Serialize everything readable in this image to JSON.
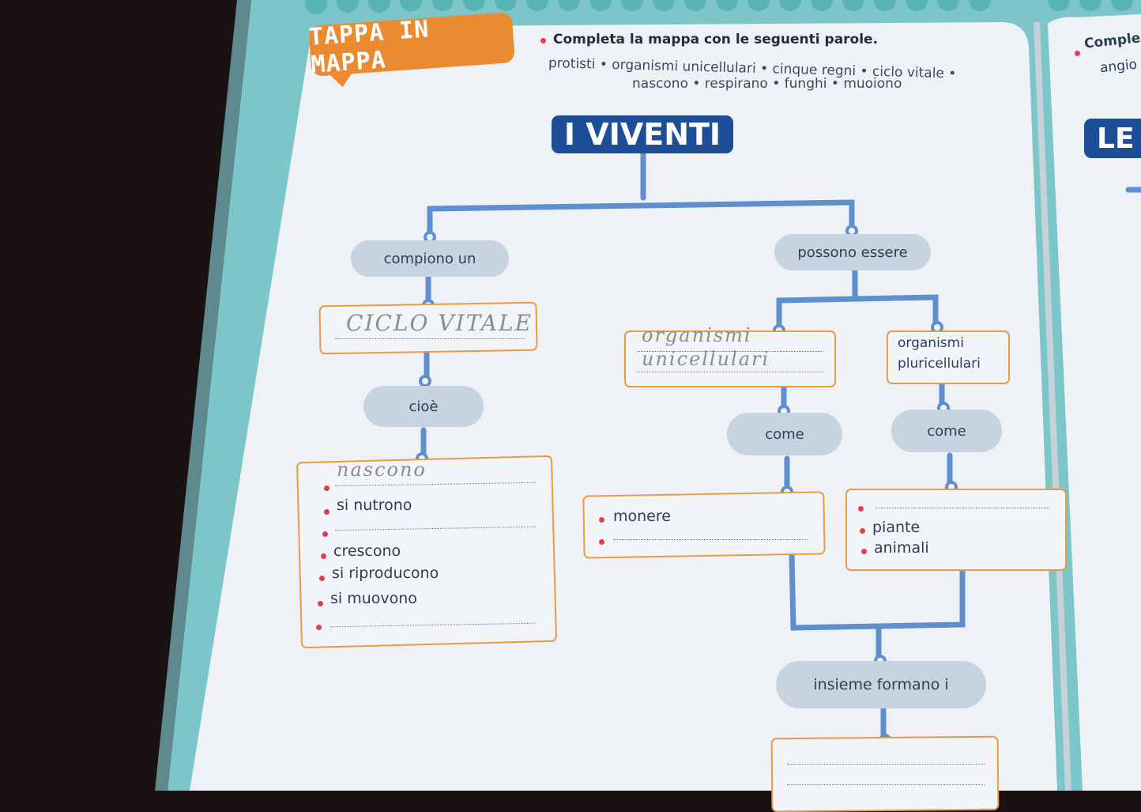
{
  "header": {
    "badge": "TAPPA IN MAPPA",
    "instruction": "Completa la mappa con le seguenti parole.",
    "words_line1": "protisti • organismi unicellulari • cinque regni • ciclo vitale •",
    "words_line2": "nascono • respirano • funghi • muoiono"
  },
  "next_page": {
    "instruction_fragment": "Comple",
    "words_fragment": "angio",
    "title_fragment": "LE"
  },
  "map": {
    "title": "I VIVENTI",
    "left_branch": {
      "label": "compiono un",
      "handwritten_answer": "CICLO  VITALE",
      "connector": "cioè",
      "handwritten_item": "nascono",
      "items": [
        "si nutrono",
        "crescono",
        "si riproducono",
        "si muovono"
      ]
    },
    "right_branch": {
      "label": "possono essere",
      "handwritten_answer_1": "organismi",
      "handwritten_answer_2": "unicellulari",
      "box_plural": [
        "organismi",
        "pluricellulari"
      ],
      "come_left": "come",
      "come_right": "come",
      "left_items": [
        "monere"
      ],
      "right_items": [
        "piante",
        "animali"
      ],
      "together": "insieme formano i"
    }
  },
  "colors": {
    "page": "#eef2f6",
    "frame": "#7fc6c9",
    "line": "#5f8fcc",
    "title_bg": "#1e4f96",
    "badge_bg": "#ea8a31",
    "box_border": "#e99a48",
    "bullet": "#d9424e",
    "pill": "#c8d3e0"
  }
}
